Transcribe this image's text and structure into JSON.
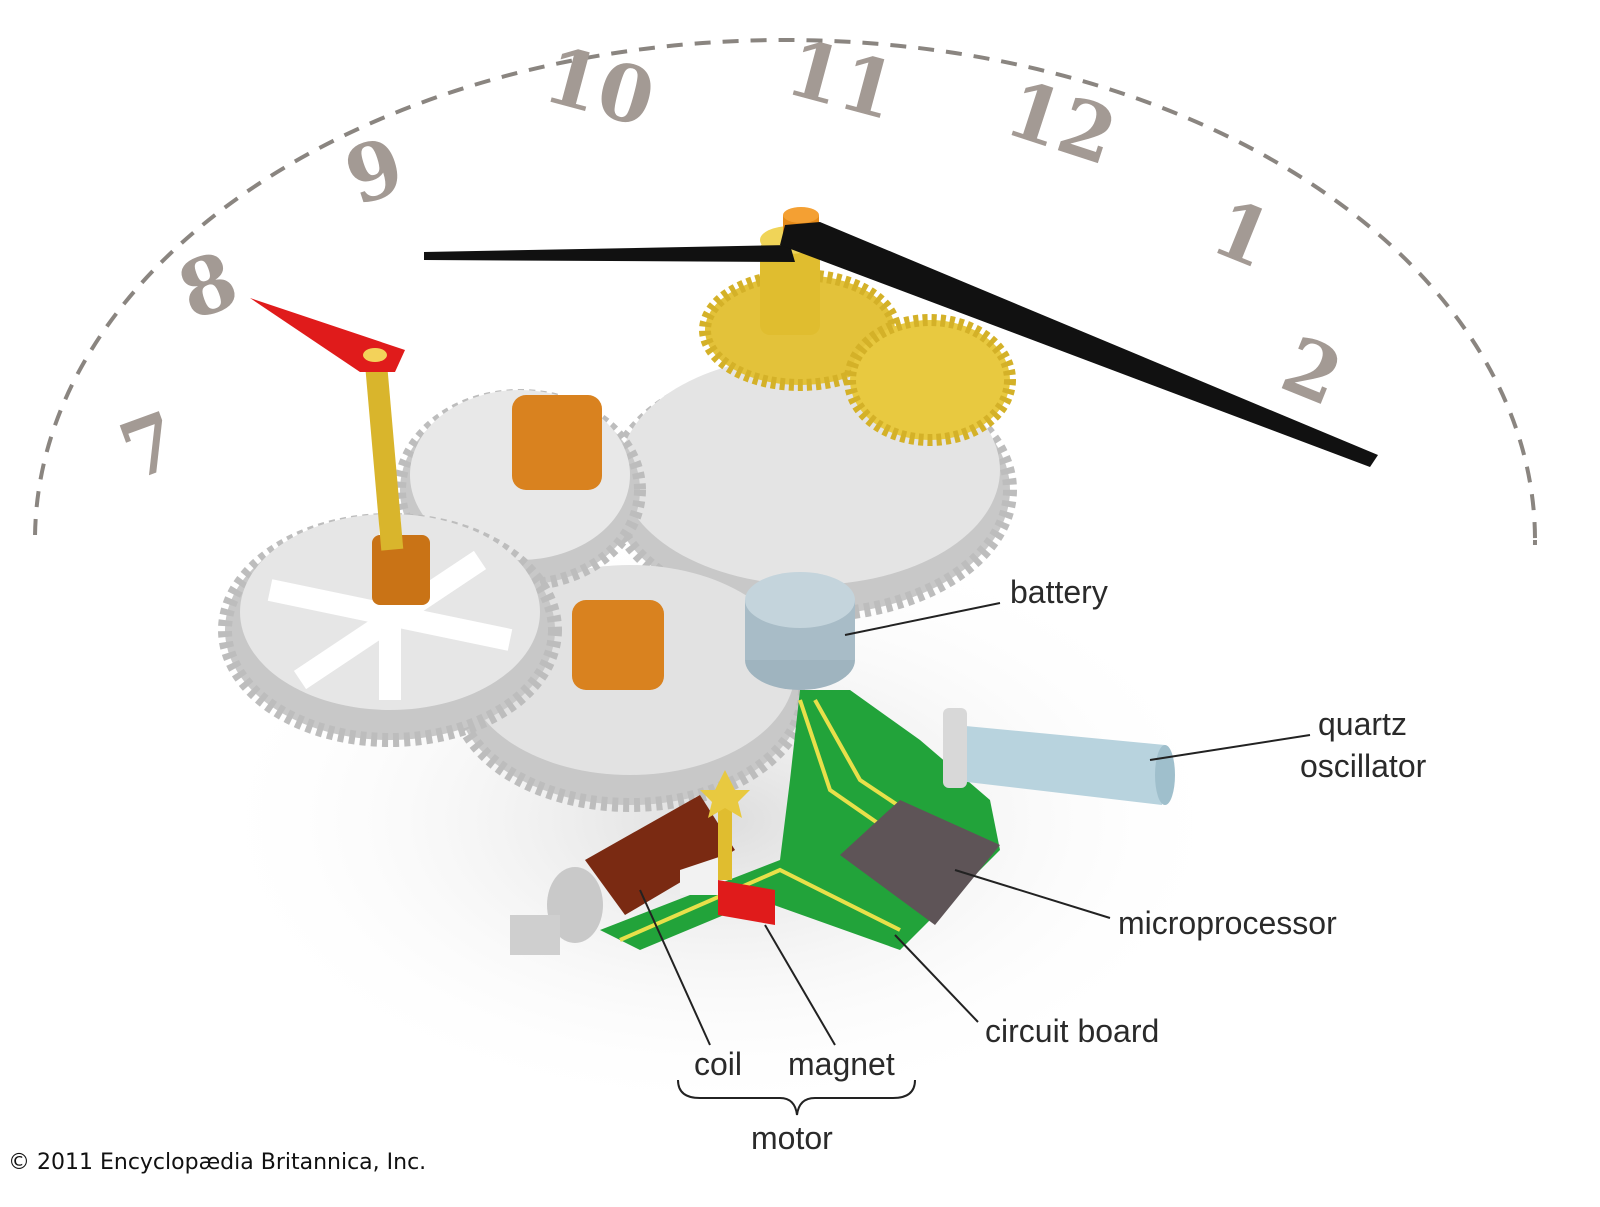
{
  "dial": {
    "numerals": [
      "7",
      "8",
      "9",
      "10",
      "11",
      "12",
      "1",
      "2"
    ]
  },
  "labels": {
    "battery": "battery",
    "quartz_oscillator": "quartz\noscillator",
    "quartz_line1": "quartz",
    "quartz_line2": "oscillator",
    "microprocessor": "microprocessor",
    "circuit_board": "circuit board",
    "coil": "coil",
    "magnet": "magnet",
    "motor": "motor"
  },
  "copyright": "© 2011 Encyclopædia Britannica, Inc.",
  "colors": {
    "gear": "#d6d6d6",
    "brass": "#e3c23a",
    "pinion": "#d9821f",
    "board": "#22a33a",
    "second_hand": "#e01b1b",
    "hands": "#111111",
    "dial_numerals": "#a39a94"
  }
}
